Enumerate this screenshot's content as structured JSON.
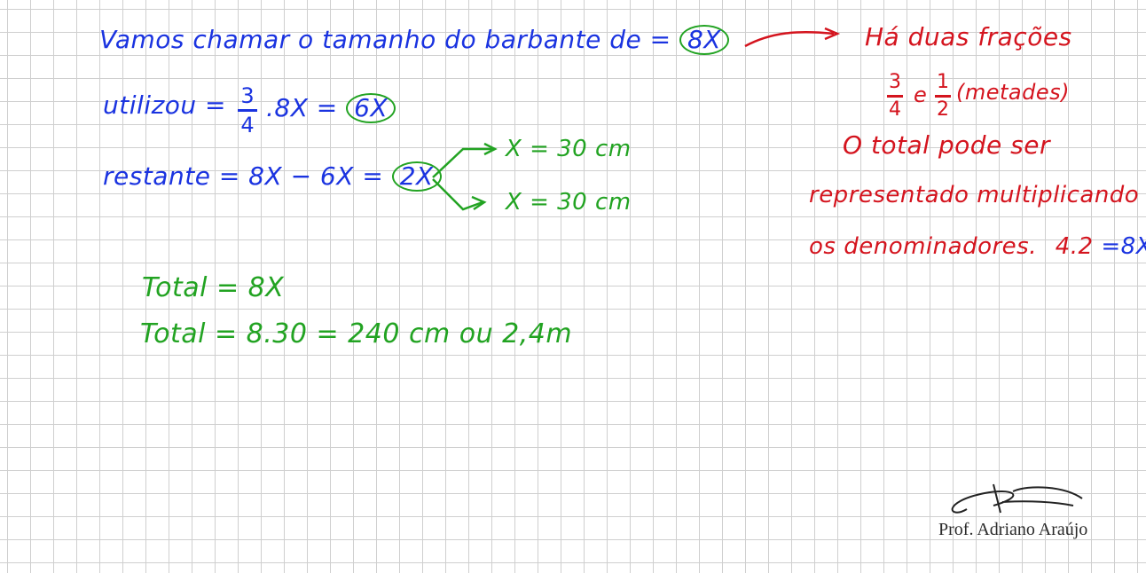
{
  "blue_notes": {
    "line1_text": "Vamos chamar o tamanho do barbante de =",
    "line1_circled": "8X",
    "line2_text": "utilizou =",
    "line2_frac_num": "3",
    "line2_frac_den": "4",
    "line2_rest": ".8X =",
    "line2_circled": "6X",
    "line3_text": "restante = 8X − 6X =",
    "line3_circled": "2X",
    "product_result": "=8X"
  },
  "green_notes": {
    "branch1": "X = 30 cm",
    "branch2": "X = 30 cm",
    "total1": "Total = 8X",
    "total2": "Total = 8.30 = 240 cm ou 2,4m"
  },
  "red_notes": {
    "line1": "Há duas frações",
    "frac1_num": "3",
    "frac1_den": "4",
    "conj": "e",
    "frac2_num": "1",
    "frac2_den": "2",
    "metades": "(metades)",
    "line3": "O total pode ser",
    "line4": "representado multiplicando",
    "line5": "os denominadores.",
    "product": "4.2"
  },
  "signature": {
    "name": "Prof. Adriano Araújo"
  },
  "colors": {
    "blue_ink": "#1a33e0",
    "green_ink": "#22a322",
    "red_ink": "#d4141e",
    "grid": "#cfcfcf"
  }
}
